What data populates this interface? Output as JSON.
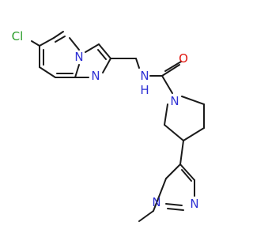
{
  "colors": {
    "bond": "#1a1a1a",
    "carbon": "#1a1a1a",
    "nitrogen": "#2e30d4",
    "oxygen": "#e0150e",
    "chlorine": "#2a9d2a"
  },
  "atoms": {
    "cl": "Cl",
    "n_bridge": "N",
    "n_imid": "N",
    "nh": "N",
    "h": "H",
    "o": "O",
    "n_pyrrolidine": "N",
    "n_pyrazole_1": "N",
    "n_pyrazole_2": "N"
  }
}
